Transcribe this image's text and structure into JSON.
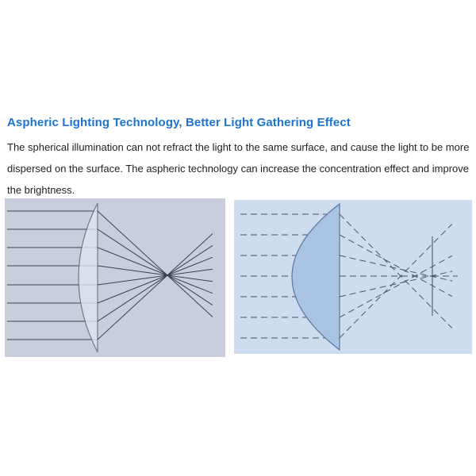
{
  "section": {
    "title": "Aspheric Lighting Technology, Better Light Gathering Effect",
    "title_color": "#1b74d3",
    "body_lines": [
      "The spherical illumination can not refract the light to the same surface, and cause the light to be more",
      "dispersed on the surface. The aspheric technology can increase the concentration effect and improve",
      "the brightness."
    ]
  },
  "diagrams": {
    "aspheric": {
      "label": "aspheric-lens-single-focus-diagram",
      "bg": "#c9cedd",
      "lens_fill": "#dfe5ee",
      "lens_stroke": "#6e788b",
      "ray_color": "#3a4150"
    },
    "spherical": {
      "label": "spherical-lens-dispersed-focus-diagram",
      "bg": "#cfdcf0",
      "lens_fill": "#a6c1e2",
      "lens_stroke": "#5b79a0",
      "ray_color": "#4a5568"
    }
  }
}
